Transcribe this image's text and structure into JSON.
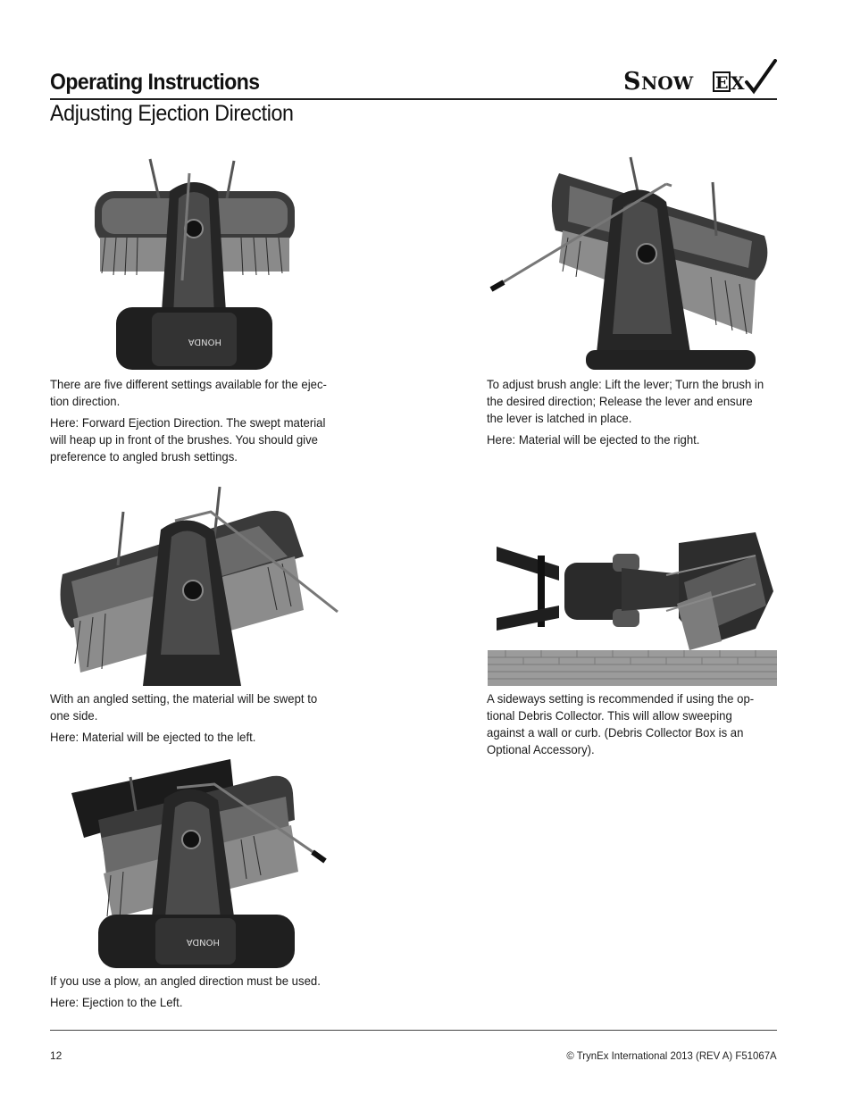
{
  "header": {
    "section_title": "Operating Instructions",
    "logo_text": "SnowEx",
    "subtitle": "Adjusting Ejection Direction"
  },
  "panels": [
    {
      "id": "forward",
      "paragraphs": [
        "There are five different settings available for the ejec-tion direction.",
        "Here: Forward Ejection Direction. The swept material will heap up in front of the brushes. You should give preference to angled brush settings."
      ]
    },
    {
      "id": "right",
      "paragraphs": [
        "To adjust brush angle: Lift the lever; Turn the brush in the desired direction; Release the lever and ensure the lever is latched in place.",
        "Here: Material will be ejected to the right."
      ]
    },
    {
      "id": "left",
      "paragraphs": [
        "With an angled setting, the material will be swept to one side.",
        "Here: Material will be ejected to the left."
      ]
    },
    {
      "id": "sideways",
      "paragraphs": [
        "A sideways setting is recommended if using the op-tional Debris Collector. This will allow sweeping against a wall or curb. (Debris Collector Box is an Optional Accessory)."
      ]
    },
    {
      "id": "plow",
      "paragraphs": [
        "If you use a plow, an angled direction must be used.",
        "Here: Ejection to the Left."
      ]
    }
  ],
  "footer": {
    "page_number": "12",
    "copyright": "© TrynEx International 2013 (REV A) F51067A"
  }
}
